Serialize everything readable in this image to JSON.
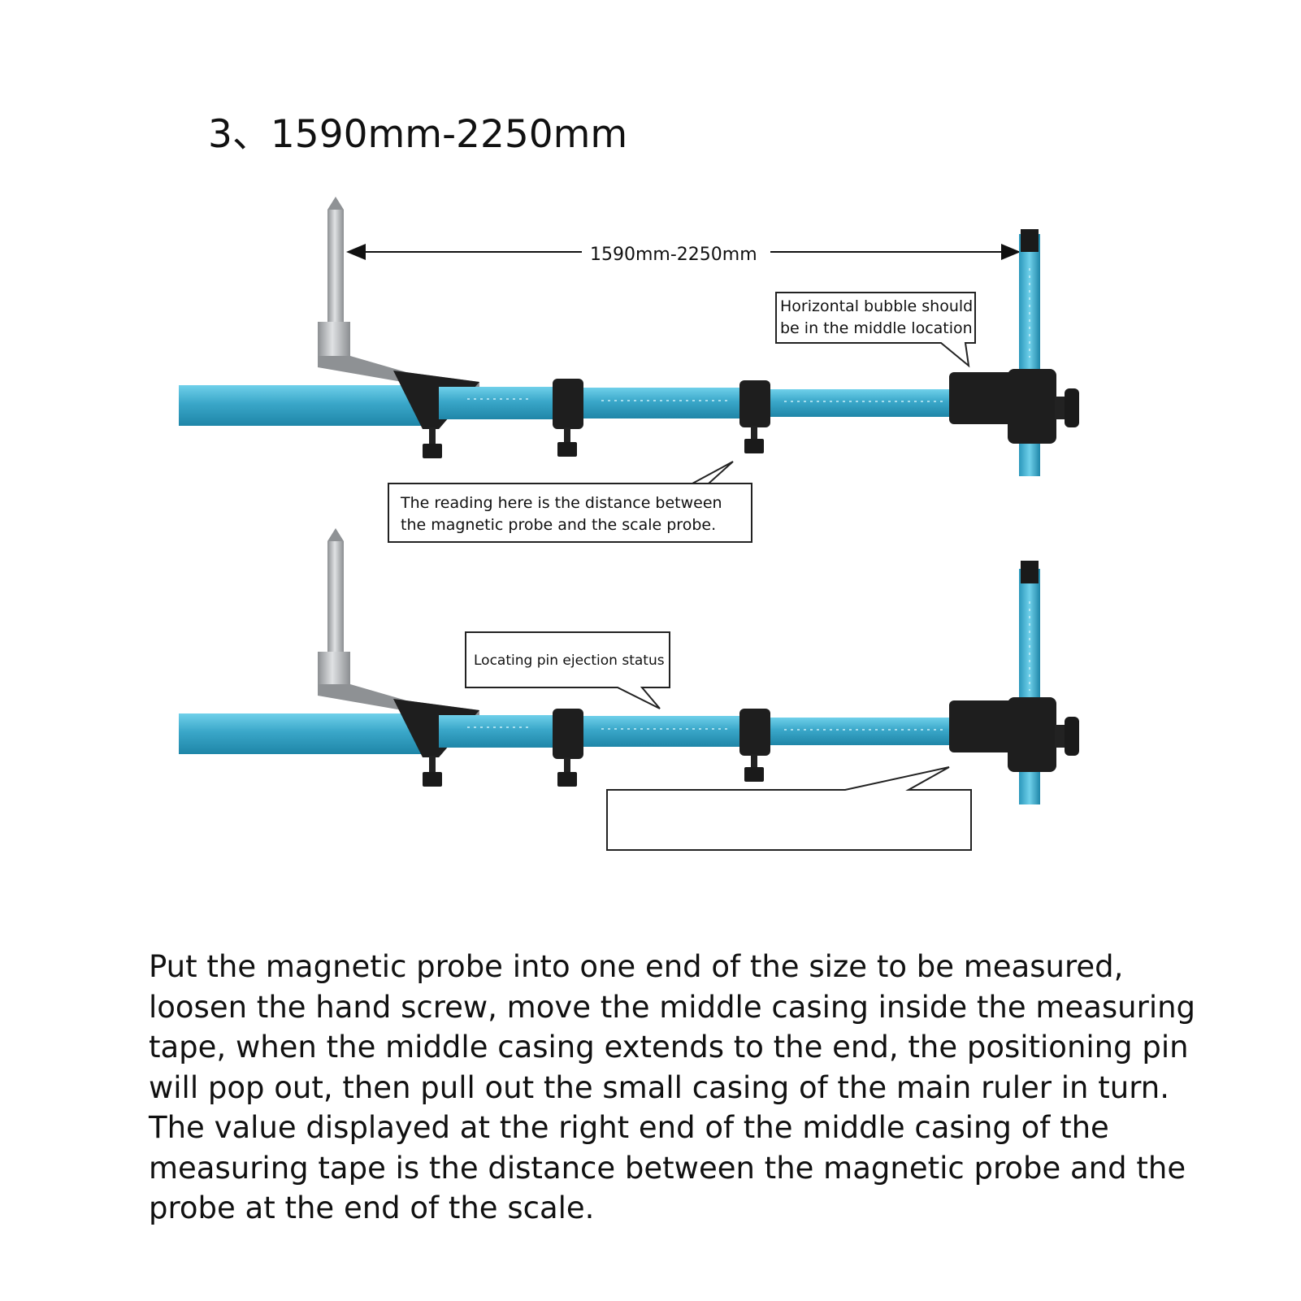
{
  "title": "3、1590mm-2250mm",
  "range_label": "1590mm-2250mm",
  "callouts": {
    "bubble": [
      "Horizontal bubble should",
      "be in the middle location"
    ],
    "reading": [
      "The reading here is the distance between",
      "the magnetic probe and the scale probe."
    ],
    "locating_pin": "Locating pin ejection status",
    "empty": ""
  },
  "description_lines": [
    "Put the magnetic probe into one end of the size to be measured,",
    "loosen the hand screw, move the middle casing inside the measuring",
    "tape, when the middle casing extends to the end, the positioning pin",
    "will pop out, then pull out the small casing of the main ruler in turn.",
    "The value displayed at the right end of the middle casing of the",
    "measuring tape is the distance between the magnetic probe and the",
    "probe at the end of the scale."
  ],
  "colors": {
    "tube": "#3aa7c9",
    "tube_dark": "#1c7fa0",
    "tube_light": "#6ccbe6",
    "probe": "#b9bcbf",
    "bracket": "#1e1e1e"
  }
}
